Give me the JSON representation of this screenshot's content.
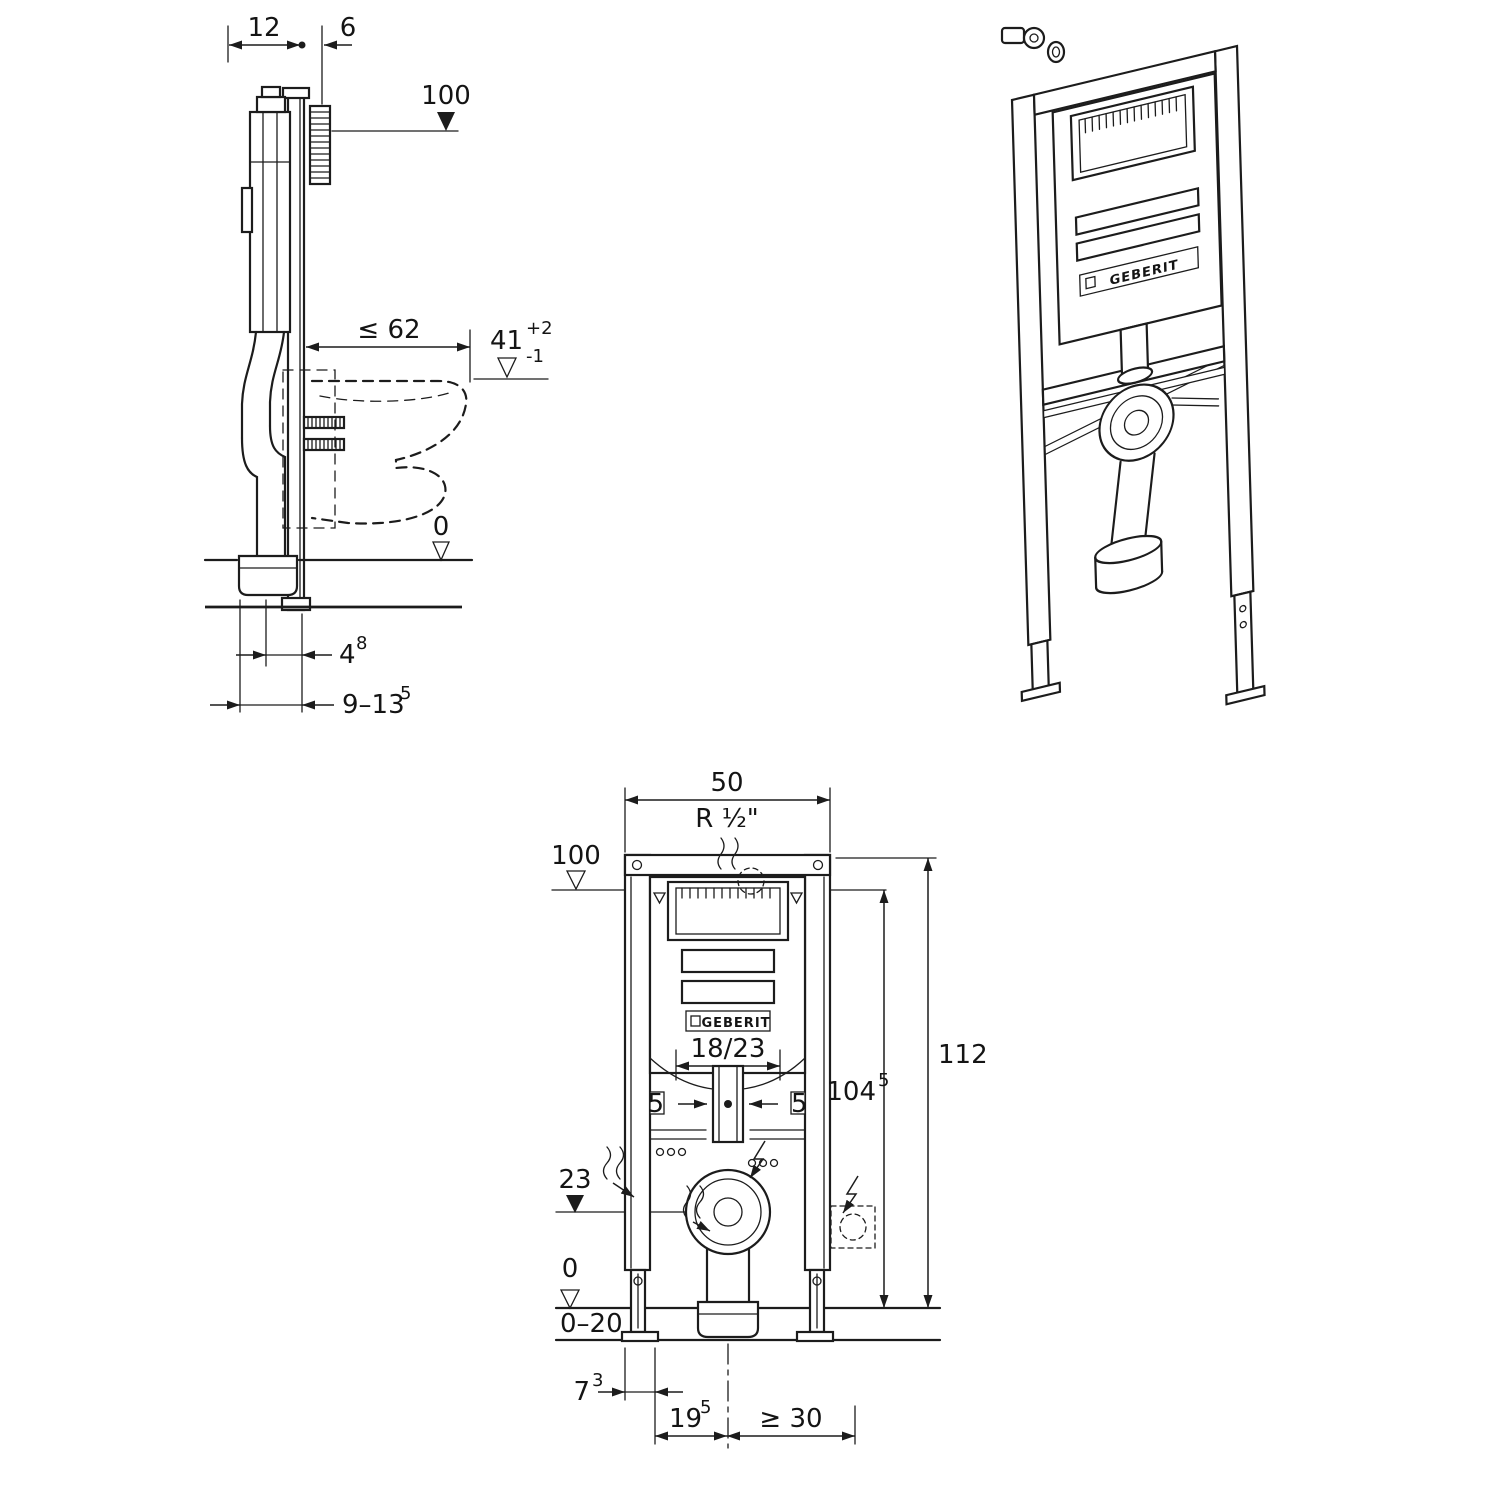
{
  "colors": {
    "line": "#1c1c1c",
    "background": "#ffffff"
  },
  "side_view": {
    "dim_12": "12",
    "dim_6": "6",
    "level_100": "100",
    "dim_62": "≤ 62",
    "dim_41_base": "41",
    "dim_41_sup": "+2",
    "dim_41_sub": "-1",
    "level_0": "0",
    "dim_48_base": "4",
    "dim_48_sup": "8",
    "dim_913_base": "9–13",
    "dim_913_sup": "5"
  },
  "iso_view": {
    "brand": "GEBERIT"
  },
  "front_view": {
    "dim_50": "50",
    "water_conn": "R ½\"",
    "level_100": "100",
    "dim_1823": "18/23",
    "dim_5l": "5",
    "dim_5r": "5",
    "level_23": "23",
    "dim_112": "112",
    "dim_104_base": "104",
    "dim_104_sup": "5",
    "level_0": "0",
    "floor_range": "0–20",
    "dim_73_base": "7",
    "dim_73_sup": "3",
    "dim_195_base": "19",
    "dim_195_sup": "5",
    "dim_30": "≥ 30",
    "brand": "GEBERIT"
  }
}
